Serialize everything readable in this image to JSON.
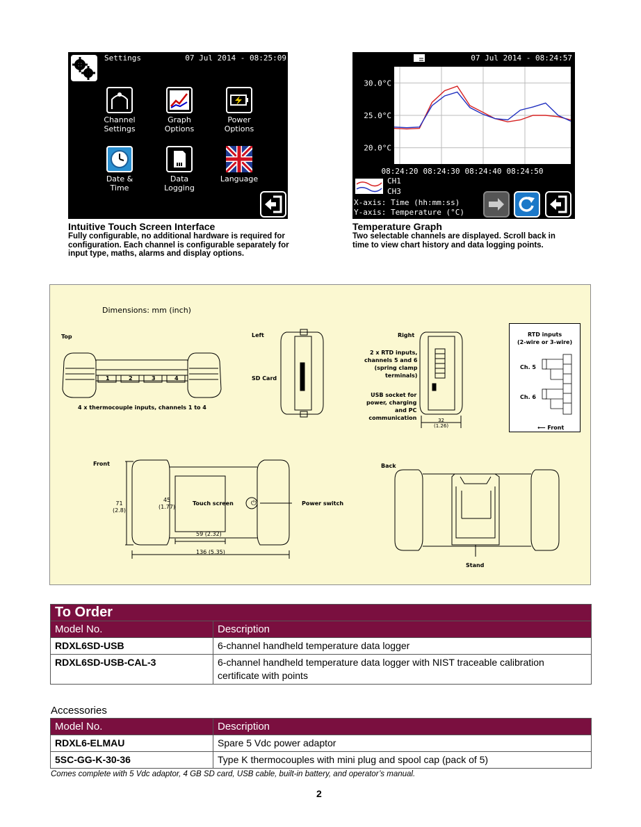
{
  "settings_screen": {
    "title": "Settings",
    "datetime": "07 Jul 2014 - 08:25:09",
    "items": [
      {
        "label": "Channel\nSettings",
        "icon": "channel-settings-icon"
      },
      {
        "label": "Graph\nOptions",
        "icon": "graph-options-icon"
      },
      {
        "label": "Power\nOptions",
        "icon": "power-options-icon"
      },
      {
        "label": "Date &\nTime",
        "icon": "clock-icon"
      },
      {
        "label": "Data\nLogging",
        "icon": "sd-card-icon"
      },
      {
        "label": "Language",
        "icon": "uk-flag-icon"
      }
    ]
  },
  "graph_screen": {
    "datetime": "07 Jul 2014 - 08:24:57",
    "legend": [
      "CH1",
      "CH3"
    ],
    "xaxis_desc": "X-axis: Time (hh:mm:ss)",
    "yaxis_desc": "Y-axis: Temperature (°C)"
  },
  "chart_data": {
    "type": "line",
    "x": [
      "08:24:20",
      "08:24:30",
      "08:24:40",
      "08:24:50"
    ],
    "y_ticks": [
      "30.0°C",
      "25.0°C",
      "20.0°C"
    ],
    "ylim": [
      17.5,
      32.5
    ],
    "series": [
      {
        "name": "CH1",
        "color": "#d62020",
        "values": [
          23.0,
          22.9,
          23.0,
          27.0,
          28.8,
          29.5,
          26.5,
          25.5,
          24.5,
          24.0,
          24.3,
          25.0,
          25.0,
          24.8,
          24.3
        ]
      },
      {
        "name": "CH3",
        "color": "#2030c0",
        "values": [
          23.2,
          23.1,
          23.2,
          26.5,
          28.0,
          28.6,
          26.2,
          25.2,
          24.5,
          24.3,
          25.8,
          26.3,
          26.9,
          25.0,
          24.1
        ]
      }
    ]
  },
  "captions": {
    "left_title": "Intuitive Touch Screen Interface",
    "left_body": "Fully configurable, no additional hardware is required for configuration. Each channel is configurable separately for input type, maths, alarms and display options.",
    "right_title": "Temperature Graph",
    "right_body": "Two selectable channels are displayed. Scroll back in time to view chart history and data logging points."
  },
  "diagram": {
    "title": "Dimensions: mm (inch)",
    "top_label": "Top",
    "left_label": "Left",
    "right_label": "Right",
    "sd_card": "SD Card",
    "tc_inputs": "4 x thermocouple inputs, channels 1 to 4",
    "channels": [
      "1",
      "2",
      "3",
      "4"
    ],
    "rtd_inputs_label": "2 x RTD inputs,\nchannels 5 and 6\n(spring clamp\nterminals)",
    "usb_label": "USB socket for\npower, charging\nand PC\ncommunication",
    "width_right": "32\n(1.26)",
    "rtd_box_title": "RTD inputs\n(2-wire or 3-wire)",
    "ch5": "Ch. 5",
    "ch6": "Ch. 6",
    "front_arrow": "Front",
    "front_label": "Front",
    "height": "71\n(2.8)",
    "screen_height": "45\n(1.77)",
    "touch_screen": "Touch screen",
    "power_switch": "Power switch",
    "screen_width": "59 (2.32)",
    "total_width": "136 (5.35)",
    "back_label": "Back",
    "stand": "Stand"
  },
  "order": {
    "title": "To Order",
    "col_model": "Model No.",
    "col_desc": "Description",
    "rows": [
      {
        "model": "RDXL6SD-USB",
        "desc": "6-channel handheld temperature data logger"
      },
      {
        "model": "RDXL6SD-USB-CAL-3",
        "desc": "6-channel handheld temperature data logger with NIST traceable calibration certificate with points"
      }
    ]
  },
  "accessories": {
    "title": "Accessories",
    "col_model": "Model No.",
    "col_desc": "Description",
    "rows": [
      {
        "model": "RDXL6-ELMAU",
        "desc": "Spare 5 Vdc power adaptor"
      },
      {
        "model": "5SC-GG-K-30-36",
        "desc": "Type K thermocouples with mini plug and spool cap (pack of 5)"
      }
    ],
    "footnote": "Comes complete with 5 Vdc adaptor, 4 GB SD card, USB cable, built-in battery, and operator’s manual."
  },
  "page_number": "2"
}
